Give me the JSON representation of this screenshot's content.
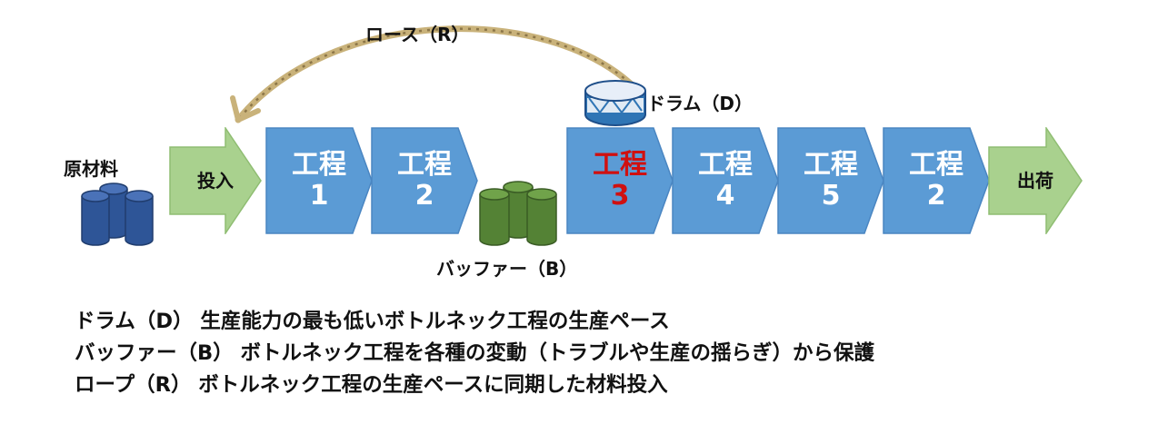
{
  "labels": {
    "raw_material": "原材料",
    "rope": "ロース（R）",
    "drum": "ドラム（D）",
    "buffer": "バッファー（B）"
  },
  "flow": {
    "input": "投入",
    "output": "出荷",
    "steps": [
      {
        "name": "工程",
        "number": "1"
      },
      {
        "name": "工程",
        "number": "2"
      },
      {
        "name": "工程",
        "number": "3",
        "highlight": true
      },
      {
        "name": "工程",
        "number": "4"
      },
      {
        "name": "工程",
        "number": "5"
      },
      {
        "name": "工程",
        "number": "2"
      }
    ]
  },
  "notes": [
    "ドラム（D） 生産能力の最も低いボトルネック工程の生産ペース",
    "バッファー（B） ボトルネック工程を各種の変動（トラブルや生産の揺らぎ）から保護",
    "ロープ（R） ボトルネック工程の生産ペースに同期した材料投入"
  ],
  "colors": {
    "step_fill": "#5b9bd5",
    "step_stroke": "#4a86c2",
    "io_fill": "#a9d18e",
    "io_stroke": "#8fbd72",
    "highlight_text": "#d01010",
    "raw_material": "#2e5597",
    "buffer": "#548235",
    "rope": "#c9b27a"
  }
}
